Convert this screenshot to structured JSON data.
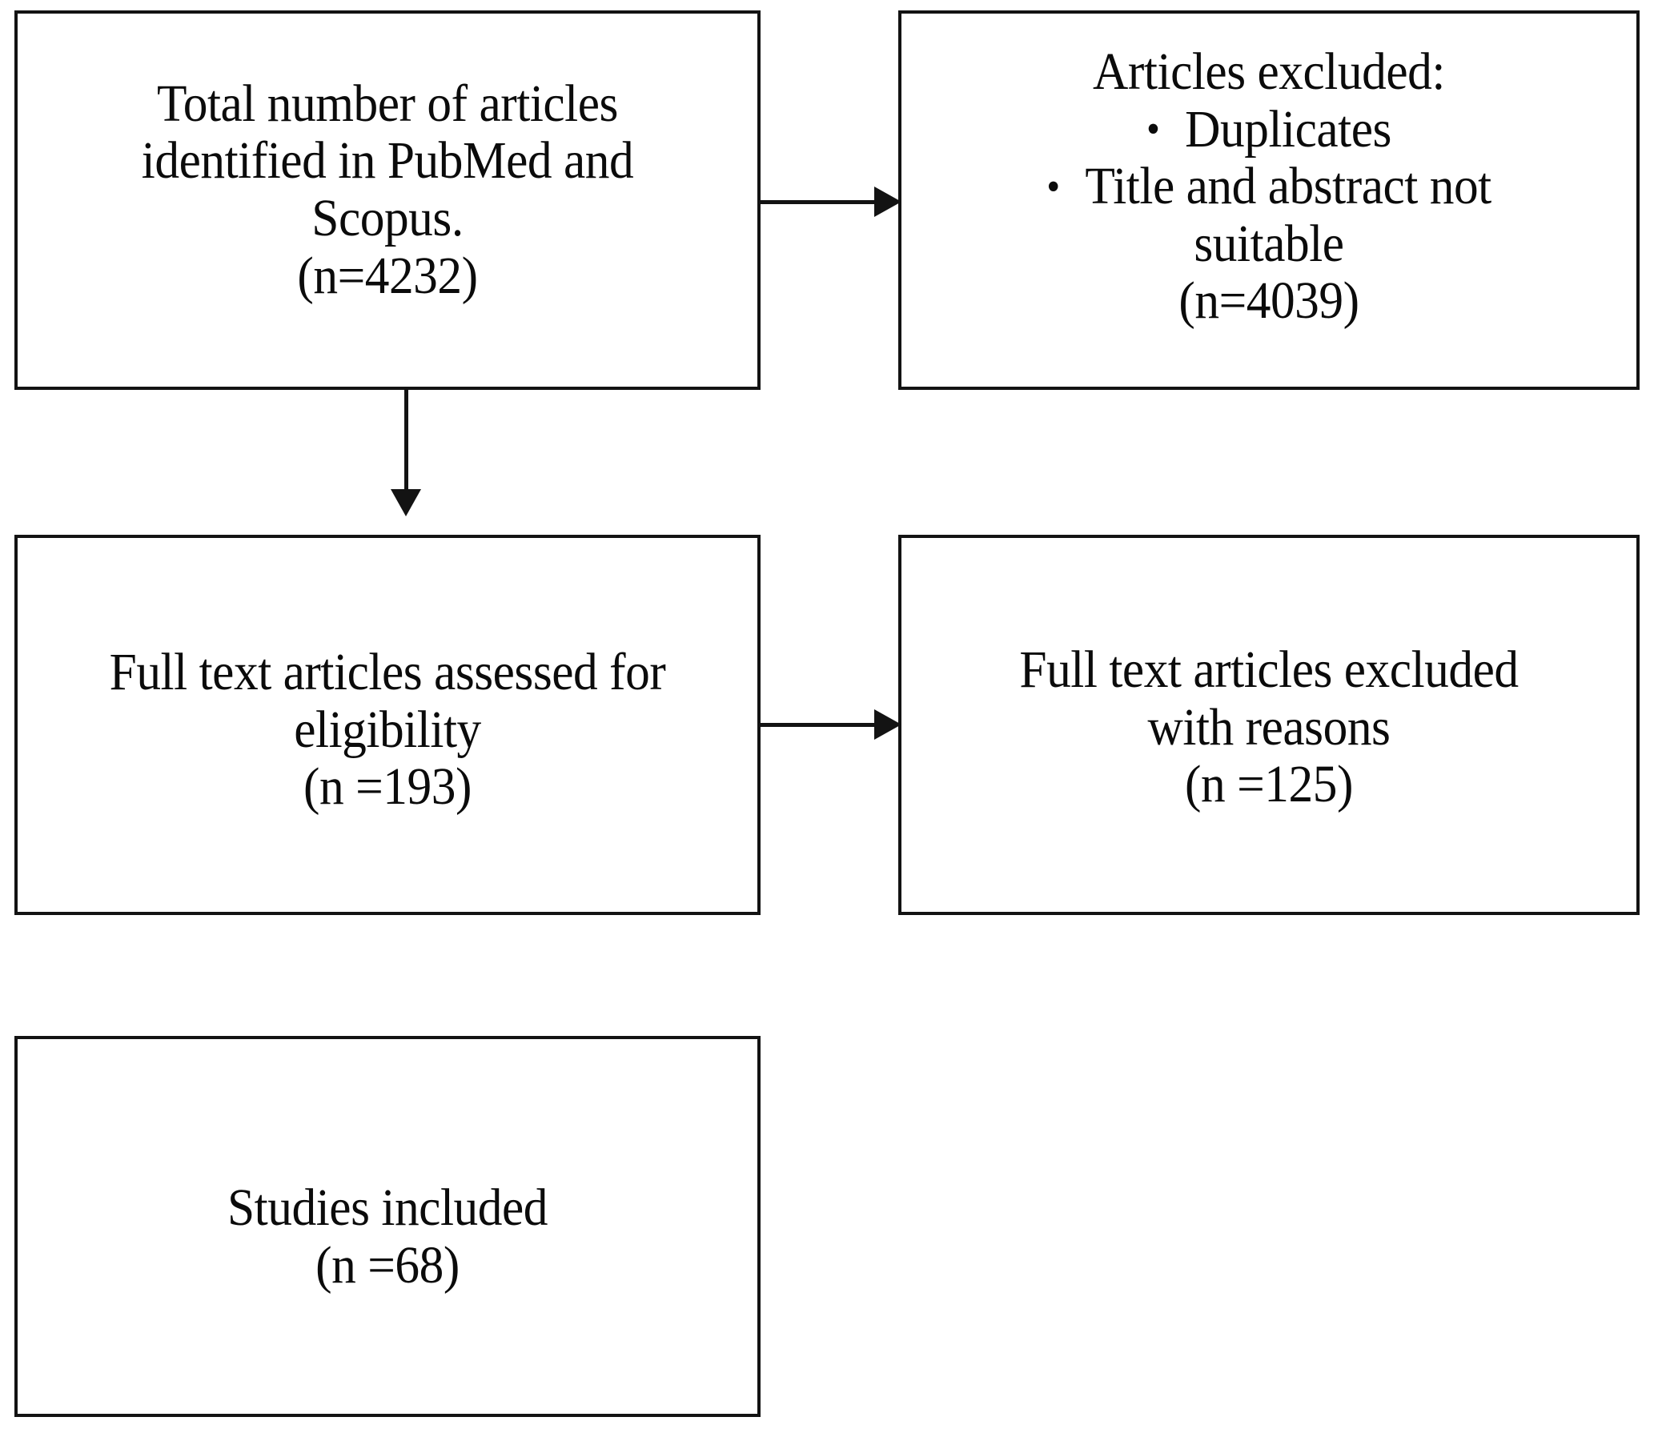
{
  "diagram": {
    "type": "prisma-flow-diagram",
    "boxes": [
      {
        "id": "identified",
        "lines": [
          "Total number of articles",
          "identified in PubMed and",
          "Scopus.",
          "(n=4232)"
        ],
        "count_label": "(n=4232)",
        "count": 4232
      },
      {
        "id": "excluded",
        "heading": "Articles excluded:",
        "bullets": [
          "Duplicates",
          "Title and abstract not suitable"
        ],
        "count_label": "(n=4039)",
        "count": 4039,
        "bullet_glyph": "•"
      },
      {
        "id": "eligibility",
        "lines": [
          "Full text articles assessed for",
          "eligibility",
          "(n =193)"
        ],
        "count_label": "(n =193)",
        "count": 193
      },
      {
        "id": "fulltext-excluded",
        "lines": [
          "Full text articles excluded",
          "with reasons",
          "(n =125)"
        ],
        "count_label": "(n =125)",
        "count": 125
      },
      {
        "id": "included",
        "lines": [
          "Studies included",
          "(n =68)"
        ],
        "count_label": "(n =68)",
        "count": 68
      }
    ],
    "connectors": [
      {
        "id": "identified-to-excluded",
        "from": "identified",
        "to": "excluded",
        "direction": "right"
      },
      {
        "id": "identified-to-eligibility",
        "from": "identified",
        "to": "eligibility",
        "direction": "down"
      },
      {
        "id": "eligibility-to-fulltext-excluded",
        "from": "eligibility",
        "to": "fulltext-excluded",
        "direction": "right"
      }
    ],
    "colors": {
      "background": "#ffffff",
      "stroke": "#131313",
      "text": "#0b0b0b"
    }
  },
  "text": {
    "identified_line1": "Total number of articles",
    "identified_line2": "identified in PubMed and",
    "identified_line3": "Scopus.",
    "identified_line4": "(n=4232)",
    "excluded_heading": "Articles excluded:",
    "excluded_bullet1": "Duplicates",
    "excluded_bullet2": "Title and abstract not",
    "excluded_bullet2_cont": "suitable",
    "excluded_count": "(n=4039)",
    "eligibility_line1": "Full text articles assessed for",
    "eligibility_line2": "eligibility",
    "eligibility_count": "(n =193)",
    "fulltext_excluded_line1": "Full text articles excluded",
    "fulltext_excluded_line2": "with reasons",
    "fulltext_excluded_count": "(n =125)",
    "included_line1": "Studies included",
    "included_count": "(n =68)",
    "bullet_glyph": "•"
  }
}
